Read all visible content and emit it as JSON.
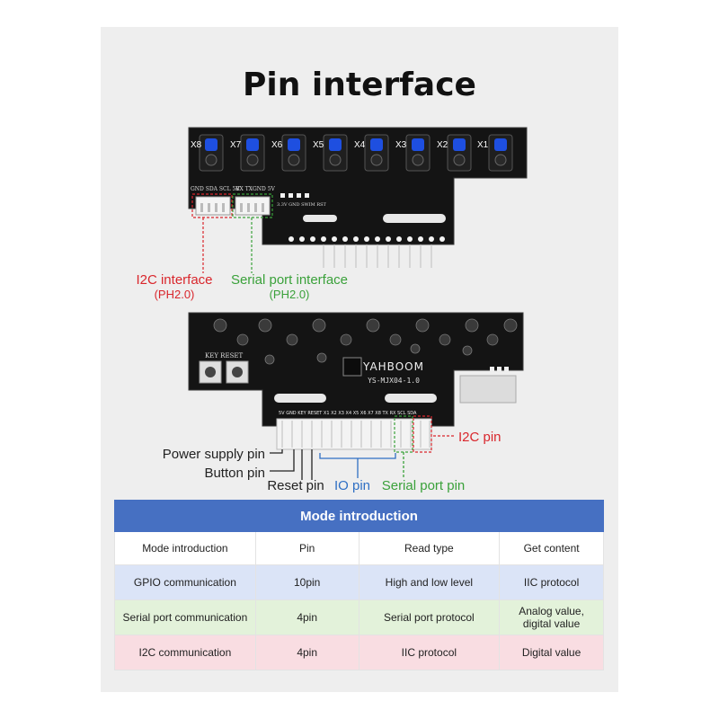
{
  "title": "Pin interface",
  "top_board": {
    "sensors": [
      "X8",
      "X7",
      "X6",
      "X5",
      "X4",
      "X3",
      "X2",
      "X1"
    ],
    "header_left_silk": "GND SDA SCL 5V",
    "header_right_silk": "RX TXGND 5V",
    "small_pad_silk": "3.3V GND SWIM RST"
  },
  "callouts_top": {
    "i2c_label": "I2C interface",
    "i2c_sub": "(PH2.0)",
    "serial_label": "Serial port interface",
    "serial_sub": "(PH2.0)"
  },
  "bottom_board": {
    "brand": "YAHBOOM",
    "model": "YS-MJX04-1.0",
    "button_silk": "KEY RESET",
    "pin_row_silk": "5V GND KEY RESET X1 X2 X3 X4 X5 X6 X7 X8 TX RX SCL SDA"
  },
  "callouts_bottom": {
    "power": "Power supply pin",
    "button": "Button pin",
    "reset": "Reset pin",
    "io": "IO pin",
    "serial": "Serial port pin",
    "i2c": "I2C pin"
  },
  "colors": {
    "i2c": "#d9262c",
    "serial": "#3aa13a",
    "io": "#2f6fc4",
    "header": "#4670c2"
  },
  "table": {
    "title": "Mode introduction",
    "columns": [
      "Mode introduction",
      "Pin",
      "Read type",
      "Get content"
    ],
    "rows": [
      [
        "GPIO communication",
        "10pin",
        "High and low level",
        "IIC protocol"
      ],
      [
        "Serial port communication",
        "4pin",
        "Serial port protocol",
        "Analog value, digital value"
      ],
      [
        "I2C communication",
        "4pin",
        "IIC protocol",
        "Digital value"
      ]
    ]
  }
}
